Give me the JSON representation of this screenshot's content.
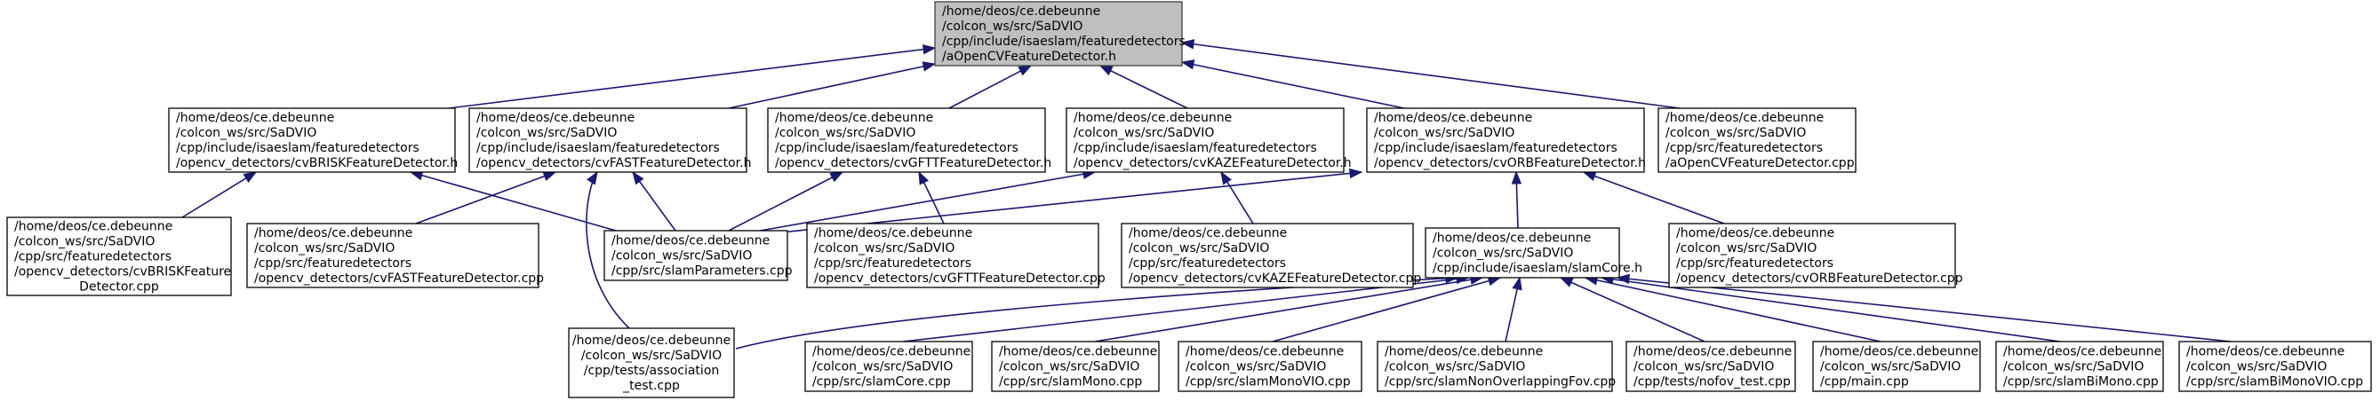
{
  "colors": {
    "root_fill": "#bfbfbf",
    "node_fill": "#ffffff",
    "edge": "#191970"
  },
  "nodes": {
    "root": {
      "lines": [
        "/home/deos/ce.debeunne",
        "/colcon_ws/src/SaDVIO",
        "/cpp/include/isaeslam/featuredetectors",
        "/aOpenCVFeatureDetector.h"
      ]
    },
    "brisk_h": {
      "lines": [
        "/home/deos/ce.debeunne",
        "/colcon_ws/src/SaDVIO",
        "/cpp/include/isaeslam/featuredetectors",
        "/opencv_detectors/cvBRISKFeatureDetector.h"
      ]
    },
    "fast_h": {
      "lines": [
        "/home/deos/ce.debeunne",
        "/colcon_ws/src/SaDVIO",
        "/cpp/include/isaeslam/featuredetectors",
        "/opencv_detectors/cvFASTFeatureDetector.h"
      ]
    },
    "gftt_h": {
      "lines": [
        "/home/deos/ce.debeunne",
        "/colcon_ws/src/SaDVIO",
        "/cpp/include/isaeslam/featuredetectors",
        "/opencv_detectors/cvGFTTFeatureDetector.h"
      ]
    },
    "kaze_h": {
      "lines": [
        "/home/deos/ce.debeunne",
        "/colcon_ws/src/SaDVIO",
        "/cpp/include/isaeslam/featuredetectors",
        "/opencv_detectors/cvKAZEFeatureDetector.h"
      ]
    },
    "orb_h": {
      "lines": [
        "/home/deos/ce.debeunne",
        "/colcon_ws/src/SaDVIO",
        "/cpp/include/isaeslam/featuredetectors",
        "/opencv_detectors/cvORBFeatureDetector.h"
      ]
    },
    "aocv_cpp": {
      "lines": [
        "/home/deos/ce.debeunne",
        "/colcon_ws/src/SaDVIO",
        "/cpp/src/featuredetectors",
        "/aOpenCVFeatureDetector.cpp"
      ]
    },
    "brisk_cpp": {
      "lines": [
        "/home/deos/ce.debeunne",
        "/colcon_ws/src/SaDVIO",
        "/cpp/src/featuredetectors",
        "/opencv_detectors/cvBRISKFeature",
        "Detector.cpp"
      ]
    },
    "fast_cpp": {
      "lines": [
        "/home/deos/ce.debeunne",
        "/colcon_ws/src/SaDVIO",
        "/cpp/src/featuredetectors",
        "/opencv_detectors/cvFASTFeatureDetector.cpp"
      ]
    },
    "slam_params": {
      "lines": [
        "/home/deos/ce.debeunne",
        "/colcon_ws/src/SaDVIO",
        "/cpp/src/slamParameters.cpp"
      ]
    },
    "gftt_cpp": {
      "lines": [
        "/home/deos/ce.debeunne",
        "/colcon_ws/src/SaDVIO",
        "/cpp/src/featuredetectors",
        "/opencv_detectors/cvGFTTFeatureDetector.cpp"
      ]
    },
    "kaze_cpp": {
      "lines": [
        "/home/deos/ce.debeunne",
        "/colcon_ws/src/SaDVIO",
        "/cpp/src/featuredetectors",
        "/opencv_detectors/cvKAZEFeatureDetector.cpp"
      ]
    },
    "slam_core_h": {
      "lines": [
        "/home/deos/ce.debeunne",
        "/colcon_ws/src/SaDVIO",
        "/cpp/include/isaeslam/slamCore.h"
      ]
    },
    "orb_cpp": {
      "lines": [
        "/home/deos/ce.debeunne",
        "/colcon_ws/src/SaDVIO",
        "/cpp/src/featuredetectors",
        "/opencv_detectors/cvORBFeatureDetector.cpp"
      ]
    },
    "assoc_test": {
      "lines": [
        "/home/deos/ce.debeunne",
        "/colcon_ws/src/SaDVIO",
        "/cpp/tests/association",
        "_test.cpp"
      ]
    },
    "slam_core_cpp": {
      "lines": [
        "/home/deos/ce.debeunne",
        "/colcon_ws/src/SaDVIO",
        "/cpp/src/slamCore.cpp"
      ]
    },
    "slam_mono": {
      "lines": [
        "/home/deos/ce.debeunne",
        "/colcon_ws/src/SaDVIO",
        "/cpp/src/slamMono.cpp"
      ]
    },
    "slam_mono_vio": {
      "lines": [
        "/home/deos/ce.debeunne",
        "/colcon_ws/src/SaDVIO",
        "/cpp/src/slamMonoVIO.cpp"
      ]
    },
    "slam_nofov": {
      "lines": [
        "/home/deos/ce.debeunne",
        "/colcon_ws/src/SaDVIO",
        "/cpp/src/slamNonOverlappingFov.cpp"
      ]
    },
    "nofov_test": {
      "lines": [
        "/home/deos/ce.debeunne",
        "/colcon_ws/src/SaDVIO",
        "/cpp/tests/nofov_test.cpp"
      ]
    },
    "main_cpp": {
      "lines": [
        "/home/deos/ce.debeunne",
        "/colcon_ws/src/SaDVIO",
        "/cpp/main.cpp"
      ]
    },
    "slam_bimono": {
      "lines": [
        "/home/deos/ce.debeunne",
        "/colcon_ws/src/SaDVIO",
        "/cpp/src/slamBiMono.cpp"
      ]
    },
    "slam_bimono_vio": {
      "lines": [
        "/home/deos/ce.debeunne",
        "/colcon_ws/src/SaDVIO",
        "/cpp/src/slamBiMonoVIO.cpp"
      ]
    }
  }
}
